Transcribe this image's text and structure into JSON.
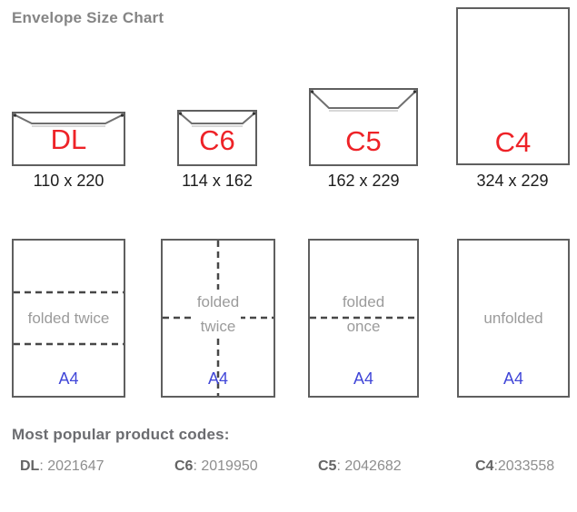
{
  "title": "Envelope Size Chart",
  "colors": {
    "title_gray": "#858585",
    "envelope_code_red": "#ee2227",
    "size_text_dark": "#1c1c1c",
    "border_gray": "#5f5f5f",
    "fold_text_gray": "#9b9b9b",
    "a4_blue": "#4046d8",
    "heading_gray": "#6b6c70",
    "code_label_gray": "#646464",
    "code_value_gray": "#8e8e8e"
  },
  "envelopes": [
    {
      "code": "DL",
      "size": "110 x 220"
    },
    {
      "code": "C6",
      "size": "114 x 162"
    },
    {
      "code": "C5",
      "size": "162 x 229"
    },
    {
      "code": "C4",
      "size": "324 x 229"
    }
  ],
  "sheets": [
    {
      "paper": "A4",
      "fold_type": "folded-twice-horizontal",
      "line1": "folded twice"
    },
    {
      "paper": "A4",
      "fold_type": "folded-twice-cross",
      "line1": "folded",
      "line2": "twice"
    },
    {
      "paper": "A4",
      "fold_type": "folded-once",
      "line1": "folded",
      "line2": "once"
    },
    {
      "paper": "A4",
      "fold_type": "unfolded",
      "line1": "unfolded"
    }
  ],
  "product_codes": {
    "heading": "Most popular product codes:",
    "items": [
      {
        "label": "DL",
        "separator": ": ",
        "value": "2021647"
      },
      {
        "label": "C6",
        "separator": ": ",
        "value": "2019950"
      },
      {
        "label": "C5",
        "separator": ": ",
        "value": "2042682"
      },
      {
        "label": "C4",
        "separator": ":",
        "value": "2033558"
      }
    ]
  }
}
